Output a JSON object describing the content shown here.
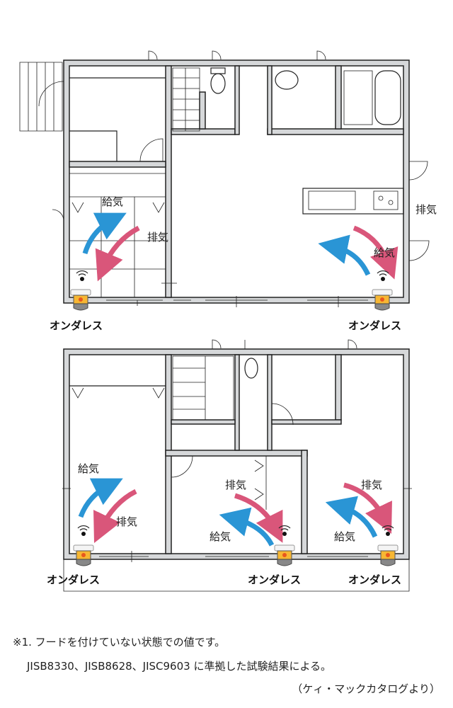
{
  "labels": {
    "supply": "給気",
    "exhaust": "排気",
    "unit_name": "オンダレス"
  },
  "notes": {
    "line1": "※1. フードを付けていない状態での値です。",
    "line2": "JISB8330、JISB8628、JISC9603 に準拠した試験結果による。",
    "source": "（ケィ・マックカタログより）"
  },
  "colors": {
    "supply_arrow": "#2a95d5",
    "exhaust_arrow": "#d9567a",
    "wall": "#d6d8da",
    "heater": "#f5a623"
  }
}
